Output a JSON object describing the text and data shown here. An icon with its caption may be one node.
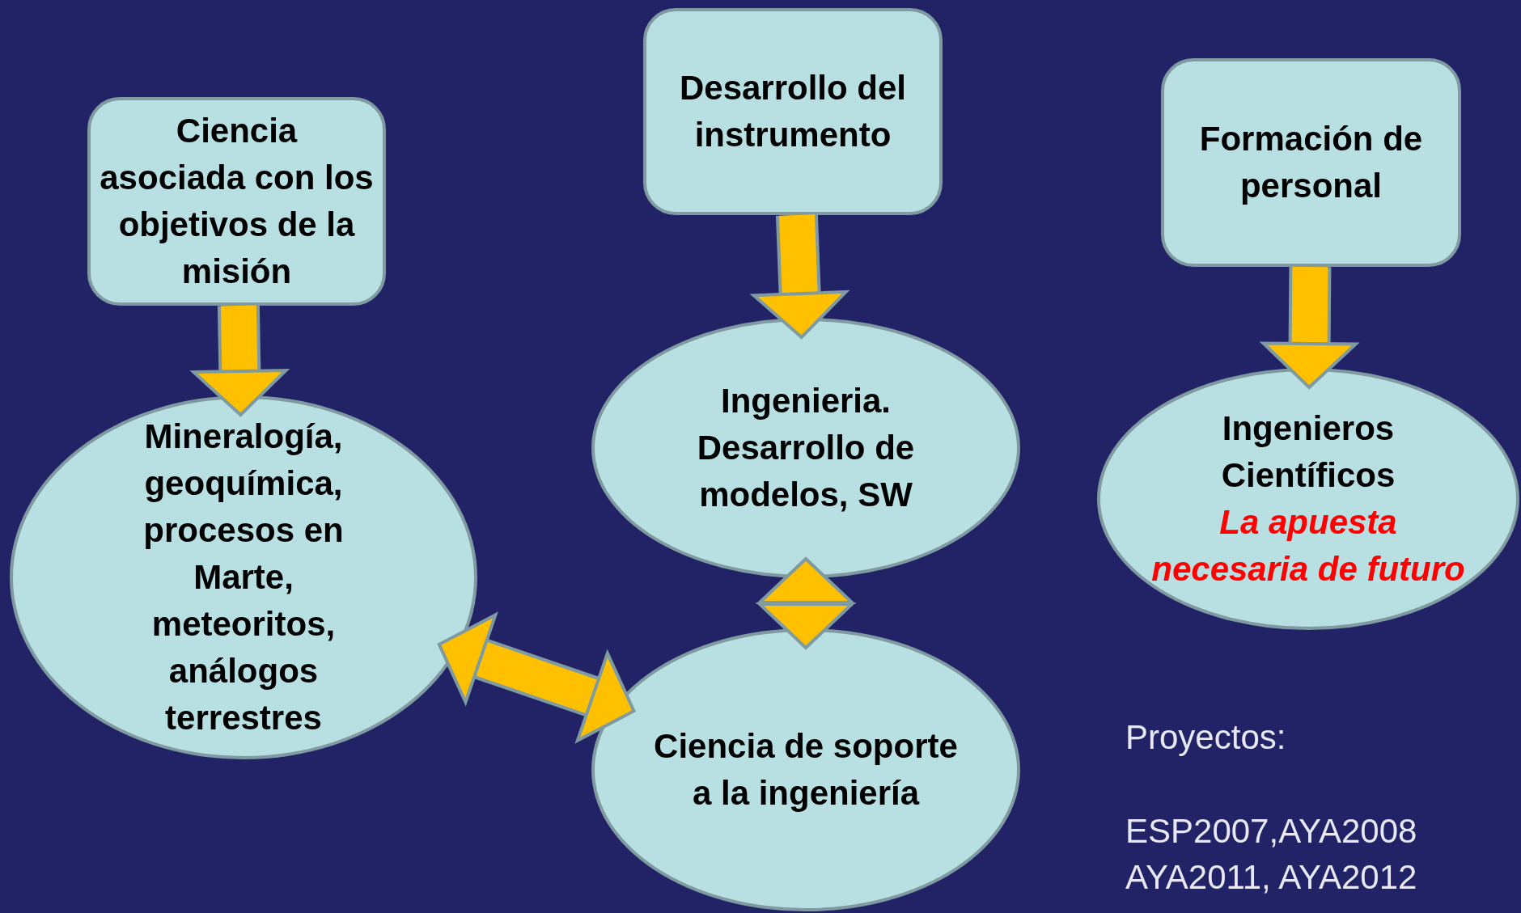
{
  "diagram": {
    "nodes": [
      {
        "text": [
          "Ciencia asociada con los objetivos de la misión"
        ]
      },
      {
        "text": [
          "Desarrollo del instrumento"
        ]
      },
      {
        "text": [
          "Formación de personal"
        ]
      },
      {
        "text": [
          "Mineralogía, geoquímica, procesos en Marte, meteoritos, análogos terrestres"
        ]
      },
      {
        "text": [
          "Ingenieria. Desarrollo de modelos, SW"
        ]
      },
      {
        "text": [
          "Ciencia de soporte a la ingeniería"
        ]
      },
      {
        "text": [
          "Ingenieros Científicos",
          "La apuesta necesaria de futuro"
        ]
      }
    ],
    "edges": [
      {
        "from": 0,
        "to": 3,
        "arrow": "to"
      },
      {
        "from": 1,
        "to": 4,
        "arrow": "to"
      },
      {
        "from": 2,
        "to": 6,
        "arrow": "to"
      },
      {
        "from": 4,
        "to": 5,
        "arrow": "both"
      },
      {
        "from": 3,
        "to": 5,
        "arrow": "both"
      }
    ],
    "labels": [
      "Proyectos:",
      "ESP2007,AYA2008",
      "AYA2011, AYA2012"
    ]
  }
}
